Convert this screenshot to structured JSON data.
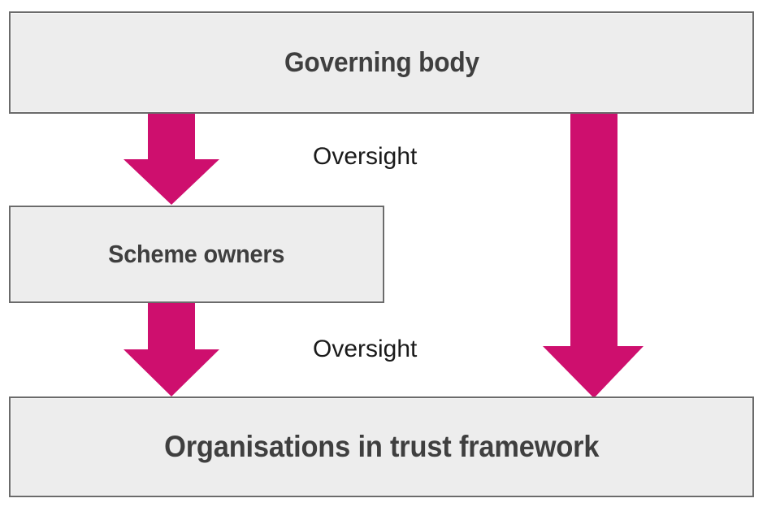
{
  "diagram": {
    "type": "flow-diagram",
    "orientation": "top-down",
    "colors": {
      "arrow": "#ce0f6e",
      "box_fill": "#ededed",
      "box_border": "#6b6b6b",
      "box_text": "#3f3f3f",
      "label_text": "#1a1a1a",
      "background": "#ffffff"
    },
    "nodes": [
      {
        "id": "governing-body",
        "label": "Governing body",
        "shape": "rectangle",
        "level": 1
      },
      {
        "id": "scheme-owners",
        "label": "Scheme owners",
        "shape": "rectangle",
        "level": 2
      },
      {
        "id": "organisations",
        "label": "Organisations in trust framework",
        "shape": "rectangle",
        "level": 3
      }
    ],
    "edges": [
      {
        "id": "edge-governing-to-scheme",
        "from": "governing-body",
        "to": "scheme-owners",
        "label": "Oversight",
        "style": "block-arrow",
        "direction": "down"
      },
      {
        "id": "edge-scheme-to-organisations",
        "from": "scheme-owners",
        "to": "organisations",
        "label": "Oversight",
        "style": "block-arrow",
        "direction": "down"
      },
      {
        "id": "edge-governing-to-organisations",
        "from": "governing-body",
        "to": "organisations",
        "label": "",
        "style": "block-arrow",
        "direction": "down"
      }
    ]
  }
}
